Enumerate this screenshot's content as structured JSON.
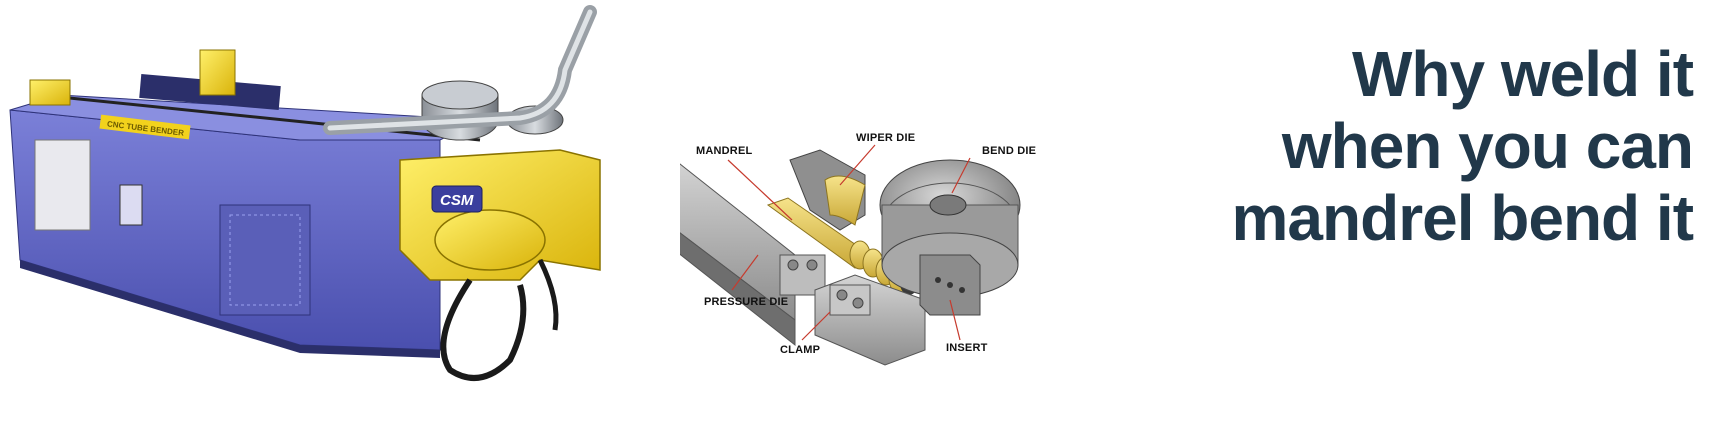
{
  "machine": {
    "brand_logo": "CSM",
    "nameplate": "CNC TUBE BENDER"
  },
  "diagram": {
    "labels": {
      "mandrel": "MANDREL",
      "wiper_die": "WIPER DIE",
      "bend_die": "BEND DIE",
      "pressure_die": "PRESSURE DIE",
      "clamp": "CLAMP",
      "insert": "INSERT"
    }
  },
  "headline": {
    "line1": "Why weld it",
    "line2": "when you can",
    "line3": "mandrel bend it"
  },
  "colors": {
    "machine_body": "#5a5fc0",
    "machine_accent": "#f2d21c",
    "headline": "#21384a",
    "mandrel": "#e8cf62"
  }
}
